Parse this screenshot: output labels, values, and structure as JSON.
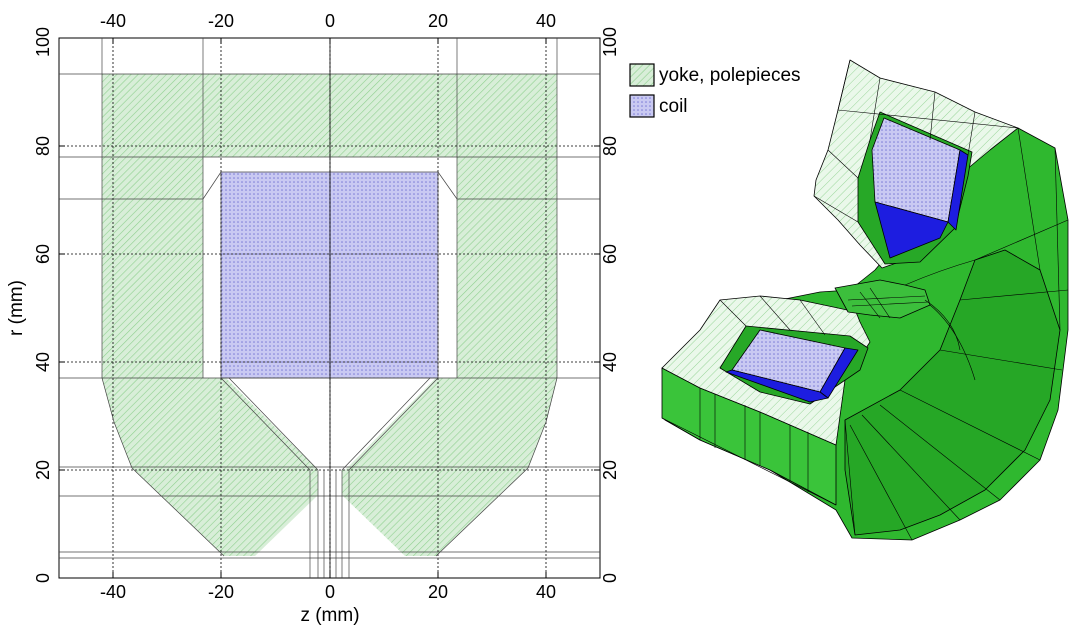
{
  "plot": {
    "xlabel": "z (mm)",
    "ylabel": "r (mm)",
    "xlim": [
      -50,
      50
    ],
    "ylim": [
      0,
      100
    ],
    "x_ticks": [
      "-40",
      "-20",
      "0",
      "20",
      "40"
    ],
    "y_ticks": [
      "0",
      "20",
      "40",
      "60",
      "80",
      "100"
    ],
    "top_ticks": [
      "-40",
      "-20",
      "0",
      "20",
      "40"
    ],
    "right_ticks": [
      "0",
      "20",
      "40",
      "60",
      "80",
      "100"
    ]
  },
  "legend": [
    {
      "label": "yoke, polepieces",
      "color": "#c8e8c8"
    },
    {
      "label": "coil",
      "color": "#b8b8ee"
    }
  ],
  "colors": {
    "yoke_fill": "#d4ecd4",
    "yoke_hatch": "#7cc47c",
    "coil_fill": "#c4c4f0",
    "coil_hatch": "#6a6ad8",
    "model_green": "#33bb33",
    "model_dark_green": "#1e9e1e",
    "model_light": "#e6f7e6",
    "model_blue": "#1a1adf"
  }
}
